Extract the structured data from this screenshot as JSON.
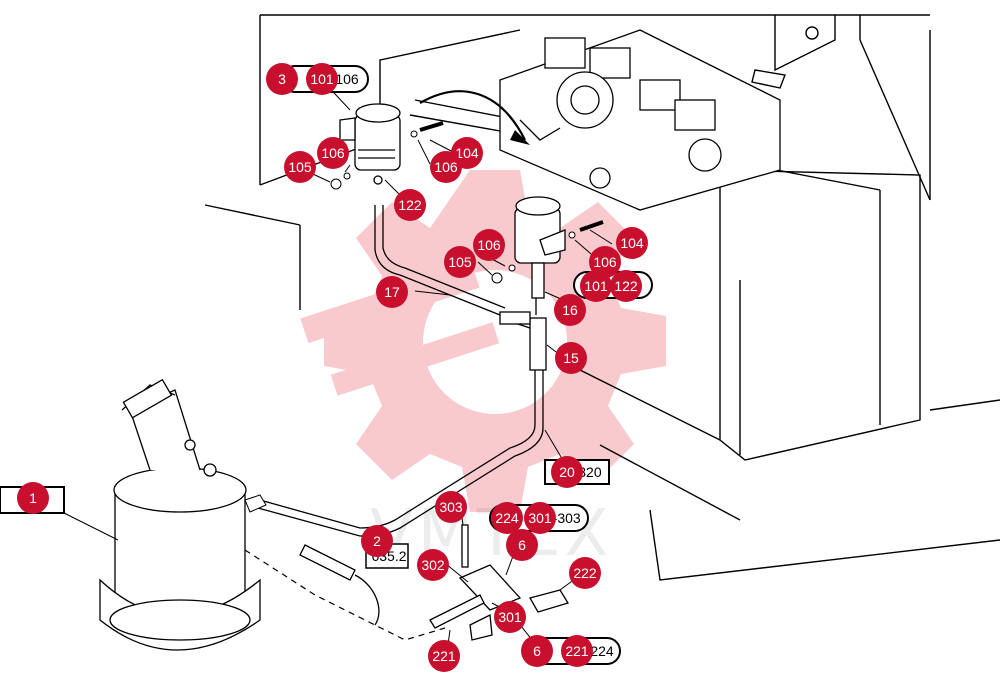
{
  "watermark": "VMTEX",
  "colors": {
    "callout": "#C8102E",
    "line": "#000000",
    "watermark_gear": "#F4A7AE"
  },
  "callouts": {
    "c1": "1",
    "c3": "3",
    "c101a": "101",
    "c104a": "104",
    "c104b": "104",
    "c105a": "105",
    "c105b": "105",
    "c106a": "106",
    "c106b": "106",
    "c106c": "106",
    "c106d": "106",
    "c122a": "122",
    "c122b": "122",
    "c101b": "101",
    "c17": "17",
    "c16": "16",
    "c15": "15",
    "c20": "20",
    "c2": "2",
    "c303": "303",
    "c224a": "224",
    "c301a": "301",
    "c6a": "6",
    "c302": "302",
    "c222": "222",
    "c301b": "301",
    "c221a": "221",
    "c6b": "6",
    "c221b": "221"
  },
  "refs": {
    "r101_106": "101-106",
    "r101_122": "101-122",
    "r20_320": ".320",
    "r301_303": "301-303",
    "r221_224": "221-224",
    "r635": "635.2"
  }
}
